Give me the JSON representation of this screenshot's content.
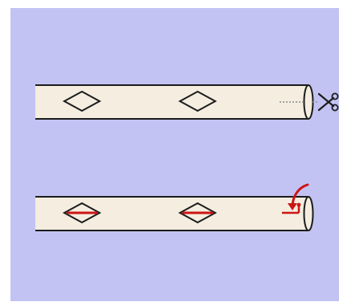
{
  "figure": {
    "background_color": "#c3c3f3",
    "tube_fill_color": "#f4ede0",
    "outline_color": "#1c1c1c",
    "accent_color": "#cc1515",
    "tubes": [
      {
        "name": "tube-before-cut",
        "diamond_count": 2,
        "diamond_centerlines_marked": false,
        "end_detail": "dashed-cut-line",
        "tool_icon": "scissors-icon"
      },
      {
        "name": "tube-after-cut",
        "diamond_count": 2,
        "diamond_centerlines_marked": true,
        "end_detail": "red-fold-marker",
        "tool_icon": "curved-arrow-icon"
      }
    ]
  }
}
